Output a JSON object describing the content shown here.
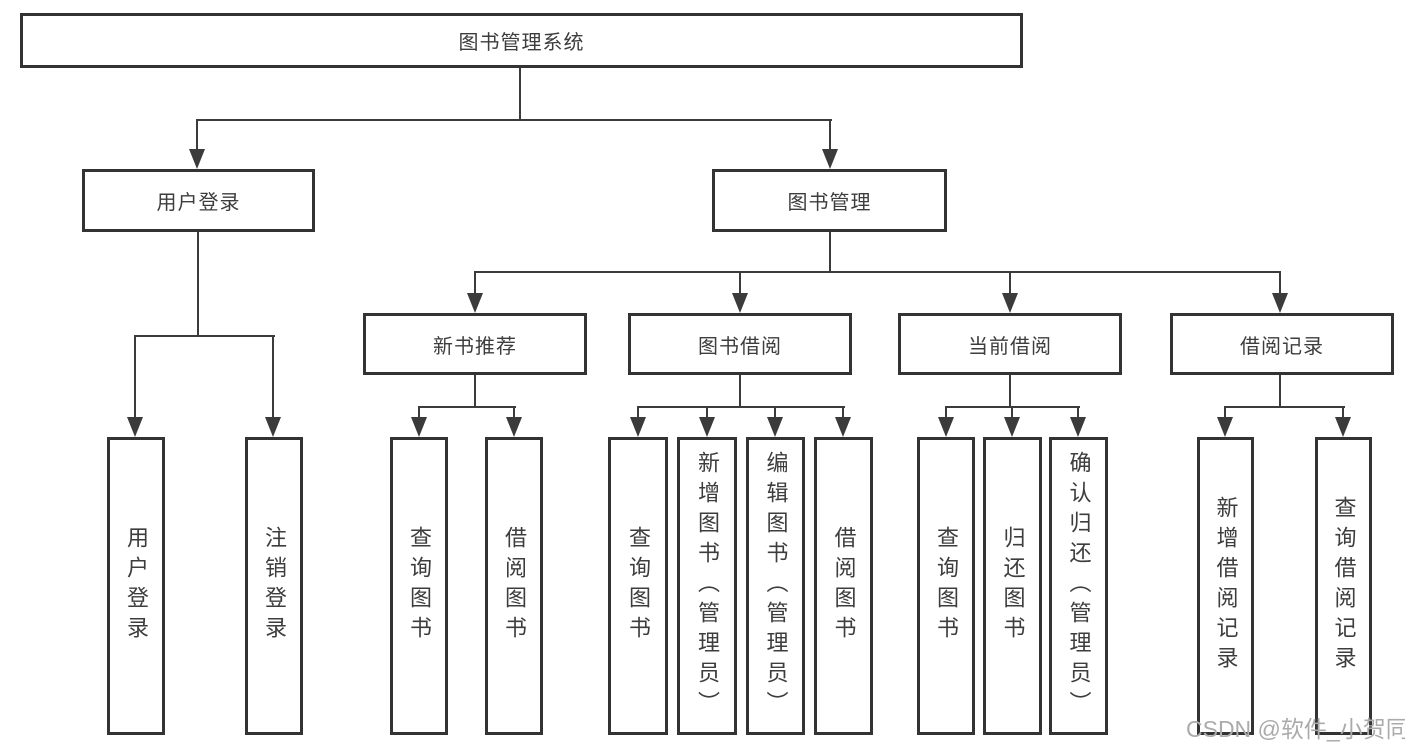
{
  "diagram": {
    "title": "图书管理系统",
    "root": "图书管理系统",
    "level2": [
      "用户登录",
      "图书管理"
    ],
    "level3": [
      "新书推荐",
      "图书借阅",
      "当前借阅",
      "借阅记录"
    ],
    "leaves": {
      "login": [
        "用户登录",
        "注销登录"
      ],
      "recommend": [
        "查询图书",
        "借阅图书"
      ],
      "borrow": [
        "查询图书",
        "新增图书（管理员）",
        "编辑图书（管理员）",
        "借阅图书"
      ],
      "current": [
        "查询图书",
        "归还图书",
        "确认归还（管理员）"
      ],
      "records": [
        "新增借阅记录",
        "查询借阅记录"
      ]
    }
  },
  "watermark": "CSDN @软件_小贺同学",
  "colors": {
    "line": "#3b3b3b",
    "border": "#333333",
    "text": "#3d3d3d",
    "watermark": "#ababab",
    "background": "#ffffff"
  }
}
